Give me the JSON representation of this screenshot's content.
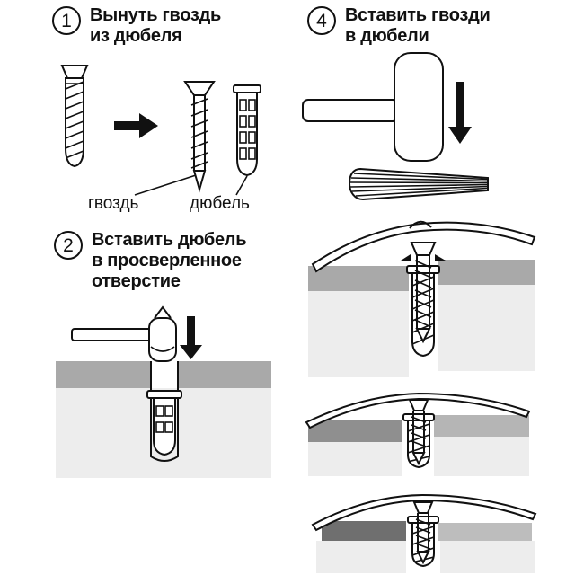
{
  "steps": {
    "step1": {
      "number": "1",
      "line1": "Вынуть гвоздь",
      "line2": "из дюбеля"
    },
    "step2": {
      "number": "2",
      "line1": "Вставить дюбель",
      "line2": "в просверленное",
      "line3": "отверстие"
    },
    "step4": {
      "number": "4",
      "line1": "Вставить гвозди",
      "line2": "в дюбели"
    }
  },
  "labels": {
    "nail": "гвоздь",
    "dowel": "дюбель"
  },
  "colors": {
    "outline": "#111111",
    "floor_top_gray": "#a9a9a9",
    "floor_body_light": "#ededed",
    "floor_dark_gray": "#6f6f6f",
    "floor_medium_gray": "#8f8f8f",
    "floor_pale_gray": "#bdbdbd",
    "arrow_black": "#111111",
    "background": "#ffffff"
  }
}
